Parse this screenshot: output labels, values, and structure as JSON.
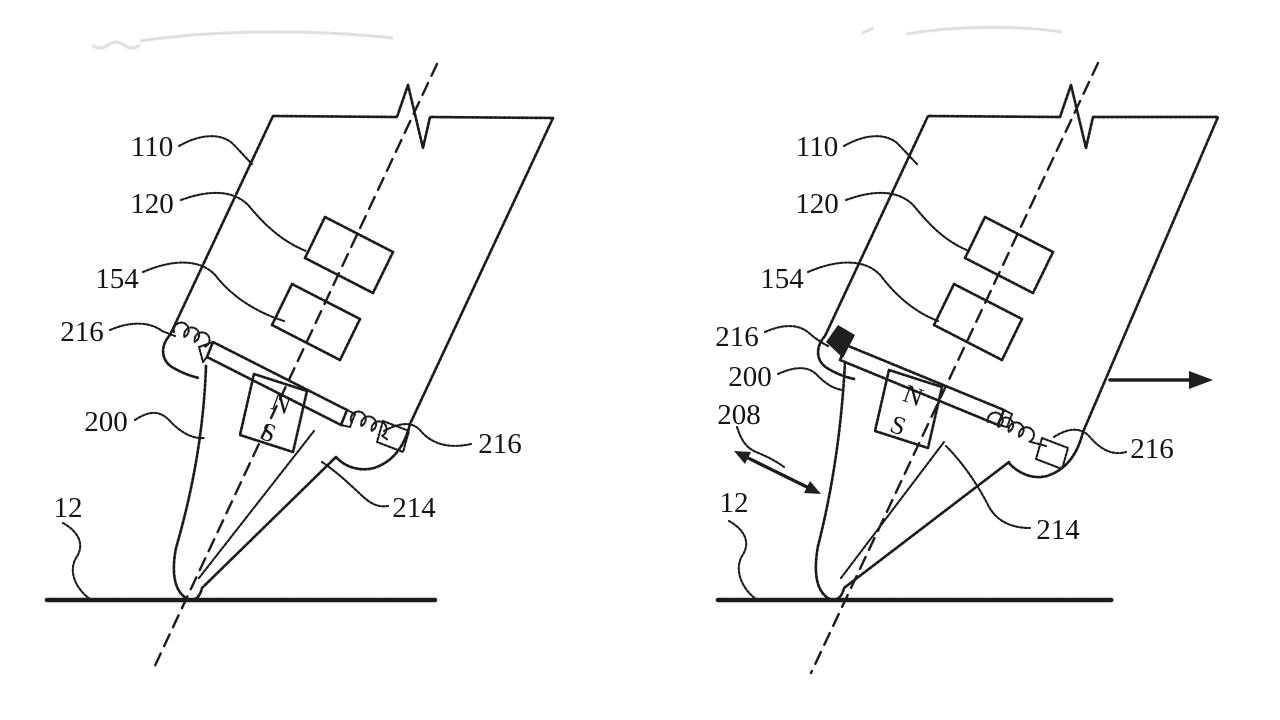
{
  "background": "#ffffff",
  "ink_color": "#1c1c1c",
  "figure_type": "patent line drawing, stylus tip mechanism on touch surface, two states side by side",
  "fig_left": {
    "state": "stylus-resting",
    "labels": {
      "l110": "110",
      "l120": "120",
      "l154": "154",
      "l216_left": "216",
      "l200": "200",
      "l12": "12",
      "l216_right": "216",
      "l214": "214"
    },
    "magnet": {
      "north": "N",
      "south": "S"
    }
  },
  "fig_right": {
    "state": "stylus-displaced-with-motion-arrows",
    "labels": {
      "l110": "110",
      "l120": "120",
      "l154": "154",
      "l216_left": "216",
      "l200": "200",
      "l208": "208",
      "l12": "12",
      "l216_right": "216",
      "l214": "214"
    },
    "magnet": {
      "north": "N",
      "south": "S"
    }
  }
}
